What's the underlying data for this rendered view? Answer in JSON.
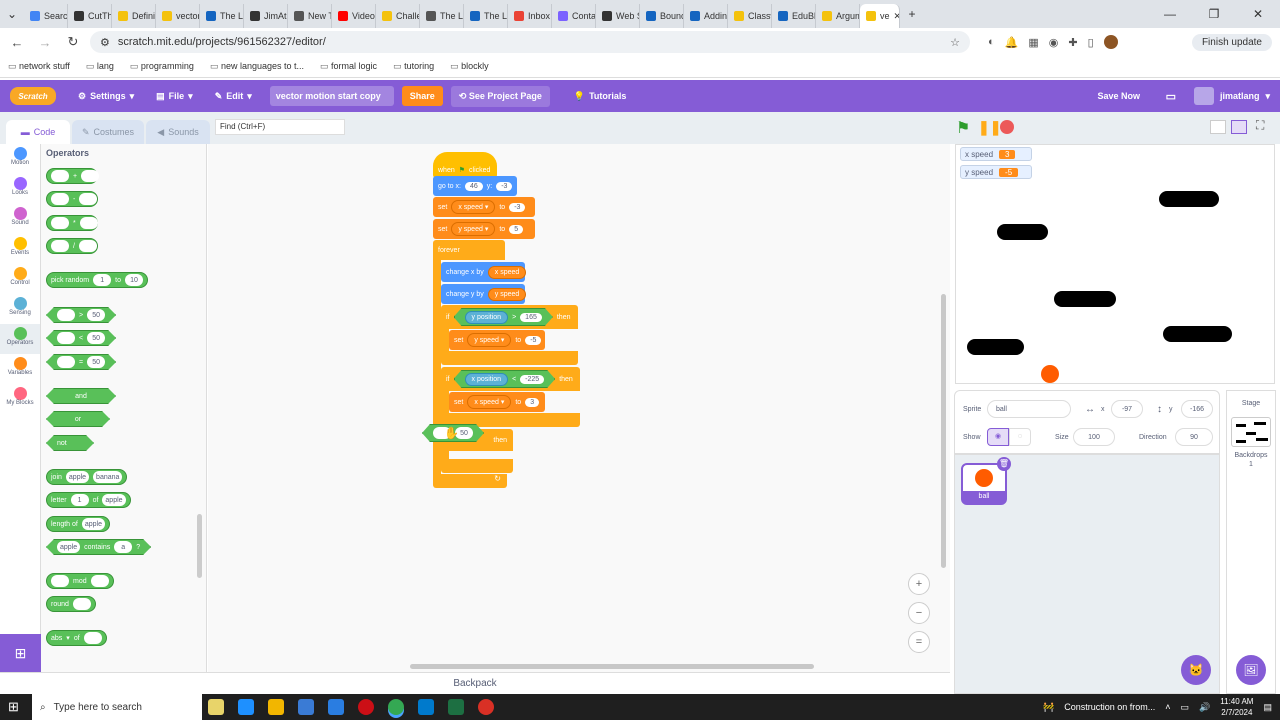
{
  "browser": {
    "tabs": [
      {
        "label": "Search",
        "color": "#4285f4"
      },
      {
        "label": "CutThe",
        "color": "#333333"
      },
      {
        "label": "Definir",
        "color": "#f4c20d"
      },
      {
        "label": "vector",
        "color": "#f4c20d"
      },
      {
        "label": "The La",
        "color": "#1565c0"
      },
      {
        "label": "JimAtl",
        "color": "#333333"
      },
      {
        "label": "New T",
        "color": "#555555"
      },
      {
        "label": "Video",
        "color": "#ff0000"
      },
      {
        "label": "Challe",
        "color": "#f4c20d"
      },
      {
        "label": "The La",
        "color": "#555555"
      },
      {
        "label": "The La",
        "color": "#1565c0"
      },
      {
        "label": "Inbox",
        "color": "#ea4335"
      },
      {
        "label": "Conta",
        "color": "#7b61ff"
      },
      {
        "label": "Web S",
        "color": "#333333"
      },
      {
        "label": "Bounc",
        "color": "#1565c0"
      },
      {
        "label": "Addin",
        "color": "#1565c0"
      },
      {
        "label": "Classw",
        "color": "#f4c20d"
      },
      {
        "label": "EduBlo",
        "color": "#1565c0"
      },
      {
        "label": "Argum",
        "color": "#f4c20d"
      }
    ],
    "active_tab": "ve",
    "url": "scratch.mit.edu/projects/961562327/editor/",
    "finish_update": "Finish update",
    "bookmarks": [
      "network stuff",
      "lang",
      "programming",
      "new languages to t...",
      "formal logic",
      "tutoring",
      "blockly"
    ]
  },
  "menubar": {
    "logo": "Scratch",
    "settings": "Settings",
    "file": "File",
    "edit": "Edit",
    "project_title": "vector motion start copy",
    "share": "Share",
    "see_project_page": "See Project Page",
    "tutorials": "Tutorials",
    "save_now": "Save Now",
    "username": "jimatlang"
  },
  "editor_tabs": {
    "code": "Code",
    "costumes": "Costumes",
    "sounds": "Sounds",
    "find_placeholder": "Find (Ctrl+F)"
  },
  "categories": [
    {
      "label": "Motion",
      "color": "#4c97ff"
    },
    {
      "label": "Looks",
      "color": "#9966ff"
    },
    {
      "label": "Sound",
      "color": "#cf63cf"
    },
    {
      "label": "Events",
      "color": "#ffbf00"
    },
    {
      "label": "Control",
      "color": "#ffab19"
    },
    {
      "label": "Sensing",
      "color": "#5cb1d6"
    },
    {
      "label": "Operators",
      "color": "#59c059"
    },
    {
      "label": "Variables",
      "color": "#ff8c1a"
    },
    {
      "label": "My Blocks",
      "color": "#ff6680"
    }
  ],
  "palette": {
    "heading": "Operators",
    "add": "+",
    "sub": "-",
    "mul": "*",
    "div": "/",
    "pick_random": "pick random",
    "pr_a": "1",
    "pr_to": "to",
    "pr_b": "10",
    "gt": ">",
    "lt": "<",
    "eq": "=",
    "cmp_val": "50",
    "and": "and",
    "or": "or",
    "not": "not",
    "join": "join",
    "join_a": "apple",
    "join_b": "banana",
    "letter": "letter",
    "letter_n": "1",
    "of": "of",
    "letter_s": "apple",
    "length_of": "length of",
    "length_s": "apple",
    "contains_a": "apple",
    "contains": "contains",
    "contains_b": "a",
    "q": "?",
    "mod": "mod",
    "round": "round",
    "abs": "abs"
  },
  "script": {
    "when": "when",
    "clicked": "clicked",
    "goto": "go to x:",
    "goto_x": "46",
    "goto_y_label": "y:",
    "goto_y": "-3",
    "set": "set",
    "to": "to",
    "xspeed": "x speed",
    "xspeed_val": "-3",
    "yspeed": "y speed",
    "yspeed_val": "5",
    "forever": "forever",
    "change_x": "change x by",
    "change_y": "change y by",
    "if": "if",
    "then": "then",
    "ypos": "y position",
    "gt": ">",
    "ypos_val": "165",
    "set_y_val": "-5",
    "xpos": "x position",
    "lt": "<",
    "xpos_val": "-225",
    "set_x_val": "3",
    "drag_val": "50"
  },
  "backpack": "Backpack",
  "stage": {
    "monitors": [
      {
        "label": "x speed",
        "value": "3"
      },
      {
        "label": "y speed",
        "value": "-5"
      }
    ]
  },
  "sprite_info": {
    "sprite_label": "Sprite",
    "sprite_name": "ball",
    "x_label": "x",
    "x": "-97",
    "y_label": "y",
    "y": "-166",
    "show_label": "Show",
    "size_label": "Size",
    "size": "100",
    "direction_label": "Direction",
    "direction": "90"
  },
  "sprite_thumb": "ball",
  "stage_panel": {
    "label": "Stage",
    "backdrops_label": "Backdrops",
    "backdrops": "1"
  },
  "taskbar": {
    "search": "Type here to search",
    "notification": "Construction on from...",
    "time": "11:40 AM",
    "date": "2/7/2024"
  }
}
